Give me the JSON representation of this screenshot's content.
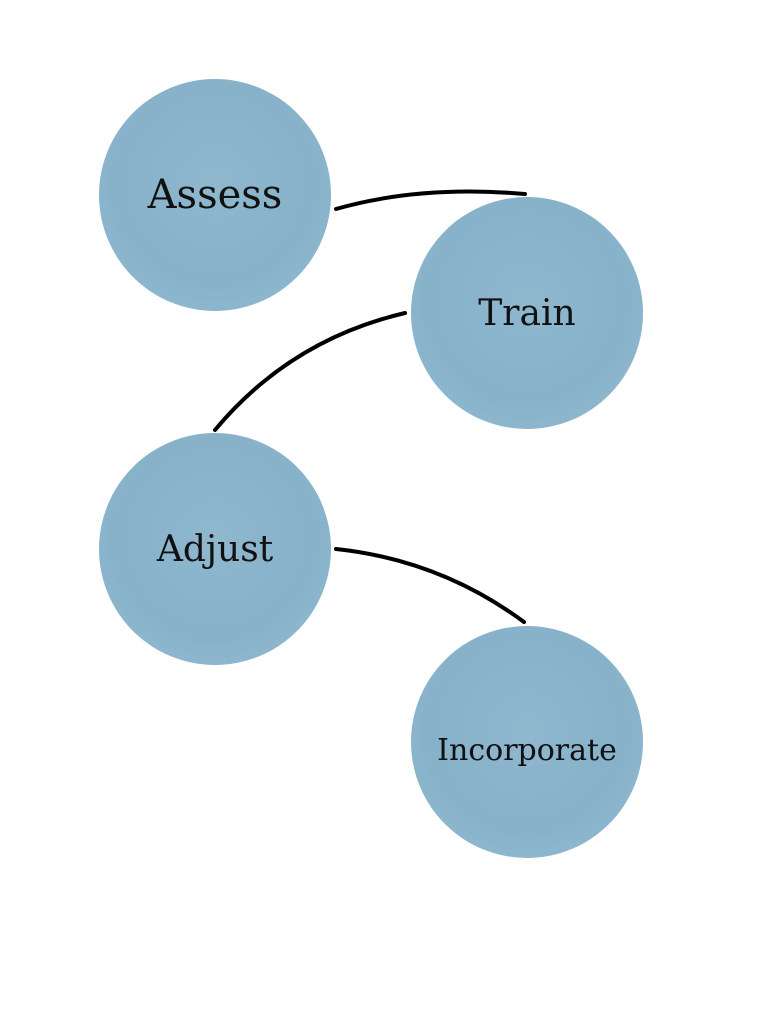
{
  "diagram": {
    "type": "process-flow",
    "colors": {
      "node_fill": "#88b3cb",
      "node_highlight": "#9cc1d5",
      "connector": "#000000",
      "text": "#111111",
      "background": "#ffffff"
    },
    "nodes": [
      {
        "id": "assess",
        "label": "Assess"
      },
      {
        "id": "train",
        "label": "Train"
      },
      {
        "id": "adjust",
        "label": "Adjust"
      },
      {
        "id": "incorporate",
        "label": "Incorporate"
      }
    ],
    "edges": [
      {
        "from": "assess",
        "to": "train"
      },
      {
        "from": "train",
        "to": "adjust"
      },
      {
        "from": "adjust",
        "to": "incorporate"
      }
    ]
  }
}
